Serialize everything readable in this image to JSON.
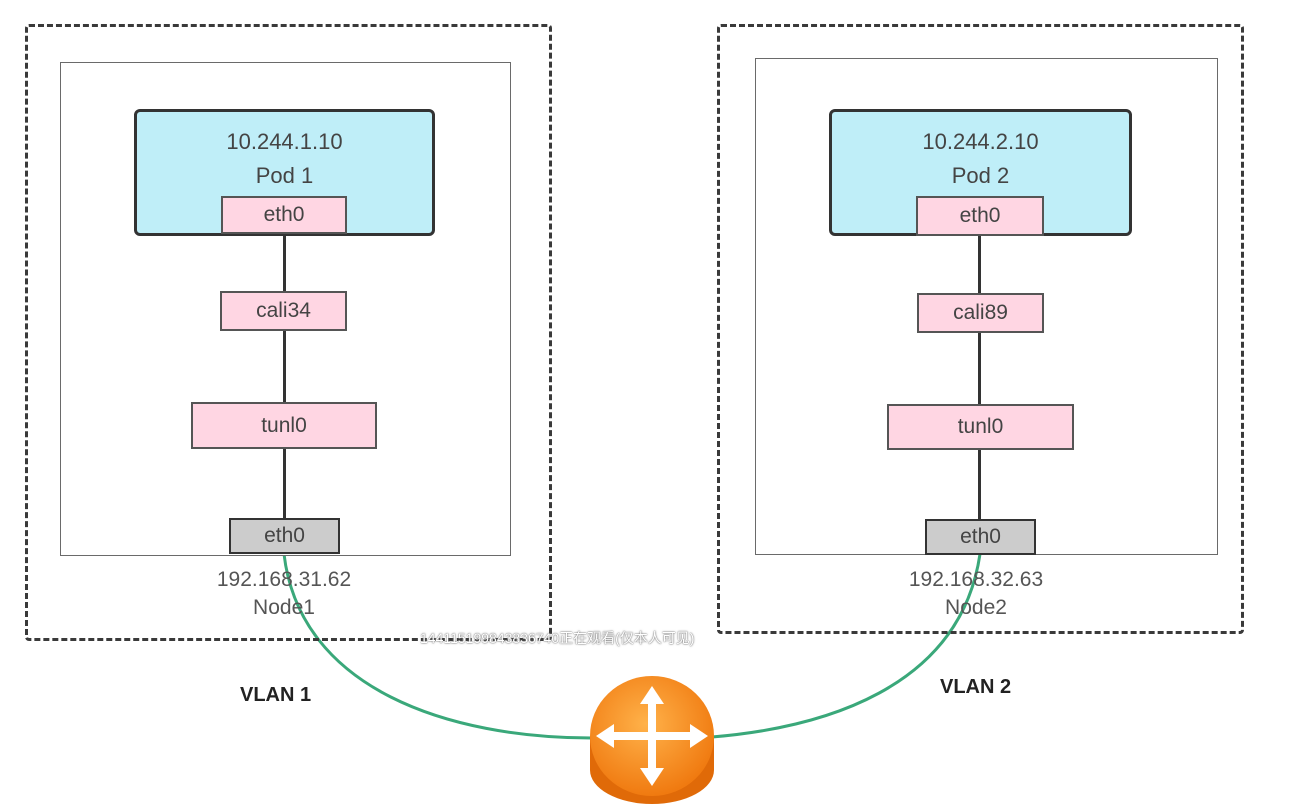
{
  "left": {
    "pod_ip": "10.244.1.10",
    "pod_name": "Pod 1",
    "pod_iface": "eth0",
    "veth": "cali34",
    "tunnel": "tunl0",
    "host_iface": "eth0",
    "node_ip": "192.168.31.62",
    "node_name": "Node1",
    "vlan": "VLAN 1"
  },
  "right": {
    "pod_ip": "10.244.2.10",
    "pod_name": "Pod 2",
    "pod_iface": "eth0",
    "veth": "cali89",
    "tunnel": "tunl0",
    "host_iface": "eth0",
    "node_ip": "192.168.32.63",
    "node_name": "Node2",
    "vlan": "VLAN 2"
  },
  "router": {
    "icon": "router-icon",
    "color": "#f7901e"
  },
  "link_color": "#3aa87a",
  "overlay_text": "1441151998438367​40正在观看(仅本人可见)"
}
